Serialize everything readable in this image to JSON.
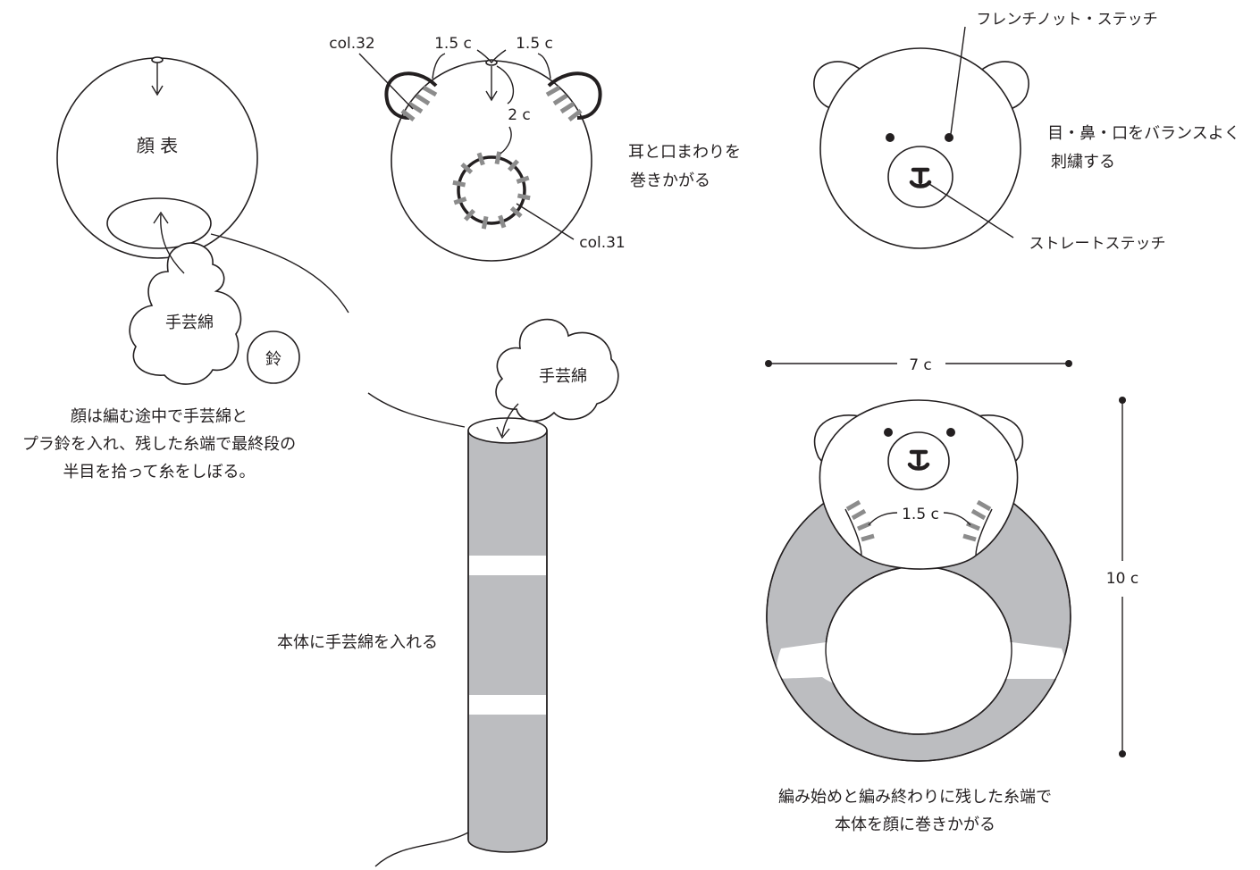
{
  "step1": {
    "face_label": "顔 表",
    "stuffing_label": "手芸綿",
    "bell_label": "鈴",
    "caption": [
      "顔は編む途中で手芸綿と",
      "プラ鈴を入れ、残した糸端で最終段の",
      "半目を拾って糸をしぼる。"
    ]
  },
  "step2": {
    "ear_color_label": "col.32",
    "mouth_color_label": "col.31",
    "left_gap_label": "1.5 c",
    "right_gap_label": "1.5 c",
    "down_label": "2 c",
    "caption": [
      "耳と口まわりを",
      "巻きかがる"
    ]
  },
  "step3": {
    "french_knot_label": "フレンチノット・ステッチ",
    "straight_stitch_label": "ストレートステッチ",
    "caption": [
      "目・鼻・口をバランスよく",
      "刺繍する"
    ]
  },
  "step4": {
    "stuffing_label": "手芸綿",
    "caption": "本体に手芸綿を入れる"
  },
  "step5": {
    "width_label": "7 c",
    "height_label": "10 c",
    "gap_label": "1.5 c",
    "caption": [
      "編み始めと編み終わりに残した糸端で",
      "本体を顔に巻きかがる"
    ]
  },
  "colors": {
    "line": "#231f20",
    "fill_gray": "#bcbdc0",
    "stitch_gray": "#8c8c8c",
    "background": "#ffffff"
  }
}
